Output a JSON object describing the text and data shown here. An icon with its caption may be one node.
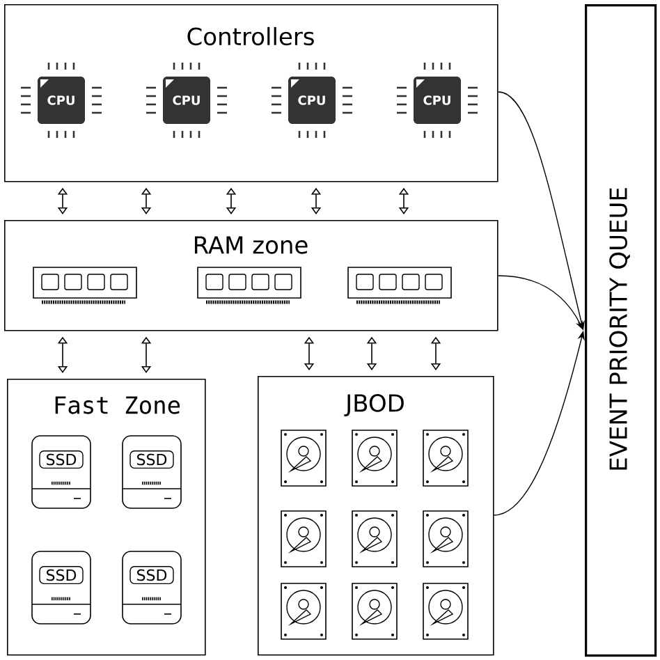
{
  "diagram": {
    "nodes": [
      {
        "text": [
          "Controllers"
        ]
      },
      {
        "text": [
          "CPU"
        ],
        "in": 0
      },
      {
        "text": [
          "CPU"
        ],
        "in": 0
      },
      {
        "text": [
          "CPU"
        ],
        "in": 0
      },
      {
        "text": [
          "CPU"
        ],
        "in": 0
      },
      {
        "text": [
          "RAM zone"
        ]
      },
      {
        "text": [
          "Fast Zone"
        ]
      },
      {
        "text": [
          "SSD"
        ],
        "in": 6
      },
      {
        "text": [
          "SSD"
        ],
        "in": 6
      },
      {
        "text": [
          "SSD"
        ],
        "in": 6
      },
      {
        "text": [
          "SSD"
        ],
        "in": 6
      },
      {
        "text": [
          "JBOD"
        ]
      },
      {
        "text": [
          "EVENT PRIORITY QUEUE"
        ]
      }
    ],
    "edges": [
      {
        "from": 0,
        "to": 5,
        "arrow": "both"
      },
      {
        "from": 0,
        "to": 5,
        "arrow": "both"
      },
      {
        "from": 0,
        "to": 5,
        "arrow": "both"
      },
      {
        "from": 0,
        "to": 5,
        "arrow": "both"
      },
      {
        "from": 0,
        "to": 5,
        "arrow": "both"
      },
      {
        "from": 5,
        "to": 6,
        "arrow": "both"
      },
      {
        "from": 5,
        "to": 6,
        "arrow": "both"
      },
      {
        "from": 5,
        "to": 11,
        "arrow": "both"
      },
      {
        "from": 5,
        "to": 11,
        "arrow": "both"
      },
      {
        "from": 5,
        "to": 11,
        "arrow": "both"
      },
      {
        "from": 0,
        "to": 12,
        "arrow": "to"
      },
      {
        "from": 5,
        "to": 12,
        "arrow": "to"
      },
      {
        "from": 11,
        "to": 12,
        "arrow": "to"
      }
    ]
  }
}
